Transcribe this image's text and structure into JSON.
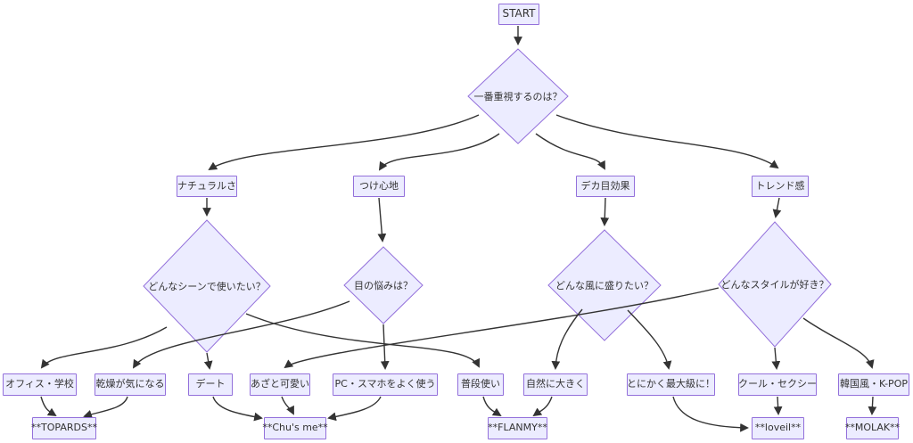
{
  "diagram_type": "flowchart",
  "colors": {
    "node_fill": "#ECECFF",
    "node_border": "#9370DB",
    "edge": "#333333",
    "text": "#333333",
    "background": "#ffffff"
  },
  "nodes": {
    "start": {
      "label": "START",
      "shape": "rect"
    },
    "q_main": {
      "label": "一番重視するのは？",
      "shape": "diamond"
    },
    "b_natural": {
      "label": "ナチュラルさ",
      "shape": "rect"
    },
    "b_comfort": {
      "label": "つけ心地",
      "shape": "rect"
    },
    "b_bigeye": {
      "label": "デカ目効果",
      "shape": "rect"
    },
    "b_trend": {
      "label": "トレンド感",
      "shape": "rect"
    },
    "q_scene": {
      "label": "どんなシーンで使いたい？",
      "shape": "diamond"
    },
    "q_eye": {
      "label": "目の悩みは？",
      "shape": "diamond"
    },
    "q_enhance": {
      "label": "どんな風に盛りたい？",
      "shape": "diamond"
    },
    "q_style": {
      "label": "どんなスタイルが好き？",
      "shape": "diamond"
    },
    "o_office": {
      "label": "オフィス・学校",
      "shape": "rect"
    },
    "o_dry": {
      "label": "乾燥が気になる",
      "shape": "rect"
    },
    "o_date": {
      "label": "デート",
      "shape": "rect"
    },
    "o_cute": {
      "label": "あざと可愛い",
      "shape": "rect"
    },
    "o_pc": {
      "label": "PC・スマホをよく使う",
      "shape": "rect"
    },
    "o_daily": {
      "label": "普段使い",
      "shape": "rect"
    },
    "o_naturalbig": {
      "label": "自然に大きく",
      "shape": "rect"
    },
    "o_max": {
      "label": "とにかく最大級に！",
      "shape": "rect"
    },
    "o_cool": {
      "label": "クール・セクシー",
      "shape": "rect"
    },
    "o_kpop": {
      "label": "韓国風・K-POP",
      "shape": "rect"
    },
    "r_topards": {
      "label": "**TOPARDS**",
      "shape": "rect"
    },
    "r_chusme": {
      "label": "**Chu's me**",
      "shape": "rect"
    },
    "r_flanmy": {
      "label": "**FLANMY**",
      "shape": "rect"
    },
    "r_loveil": {
      "label": "**loveil**",
      "shape": "rect"
    },
    "r_molak": {
      "label": "**MOLAK**",
      "shape": "rect"
    }
  },
  "edges": [
    {
      "from": "start",
      "to": "q_main"
    },
    {
      "from": "q_main",
      "to": "b_natural"
    },
    {
      "from": "q_main",
      "to": "b_comfort"
    },
    {
      "from": "q_main",
      "to": "b_bigeye"
    },
    {
      "from": "q_main",
      "to": "b_trend"
    },
    {
      "from": "b_natural",
      "to": "q_scene"
    },
    {
      "from": "b_comfort",
      "to": "q_eye"
    },
    {
      "from": "b_bigeye",
      "to": "q_enhance"
    },
    {
      "from": "b_trend",
      "to": "q_style"
    },
    {
      "from": "q_scene",
      "to": "o_office"
    },
    {
      "from": "q_scene",
      "to": "o_date"
    },
    {
      "from": "q_scene",
      "to": "o_daily"
    },
    {
      "from": "q_eye",
      "to": "o_dry"
    },
    {
      "from": "q_eye",
      "to": "o_pc"
    },
    {
      "from": "q_enhance",
      "to": "o_naturalbig"
    },
    {
      "from": "q_enhance",
      "to": "o_max"
    },
    {
      "from": "q_style",
      "to": "o_cute"
    },
    {
      "from": "q_style",
      "to": "o_cool"
    },
    {
      "from": "q_style",
      "to": "o_kpop"
    },
    {
      "from": "o_office",
      "to": "r_topards"
    },
    {
      "from": "o_dry",
      "to": "r_topards"
    },
    {
      "from": "o_date",
      "to": "r_chusme"
    },
    {
      "from": "o_cute",
      "to": "r_chusme"
    },
    {
      "from": "o_pc",
      "to": "r_chusme"
    },
    {
      "from": "o_daily",
      "to": "r_flanmy"
    },
    {
      "from": "o_naturalbig",
      "to": "r_flanmy"
    },
    {
      "from": "o_max",
      "to": "r_loveil"
    },
    {
      "from": "o_cool",
      "to": "r_loveil"
    },
    {
      "from": "o_kpop",
      "to": "r_molak"
    }
  ]
}
